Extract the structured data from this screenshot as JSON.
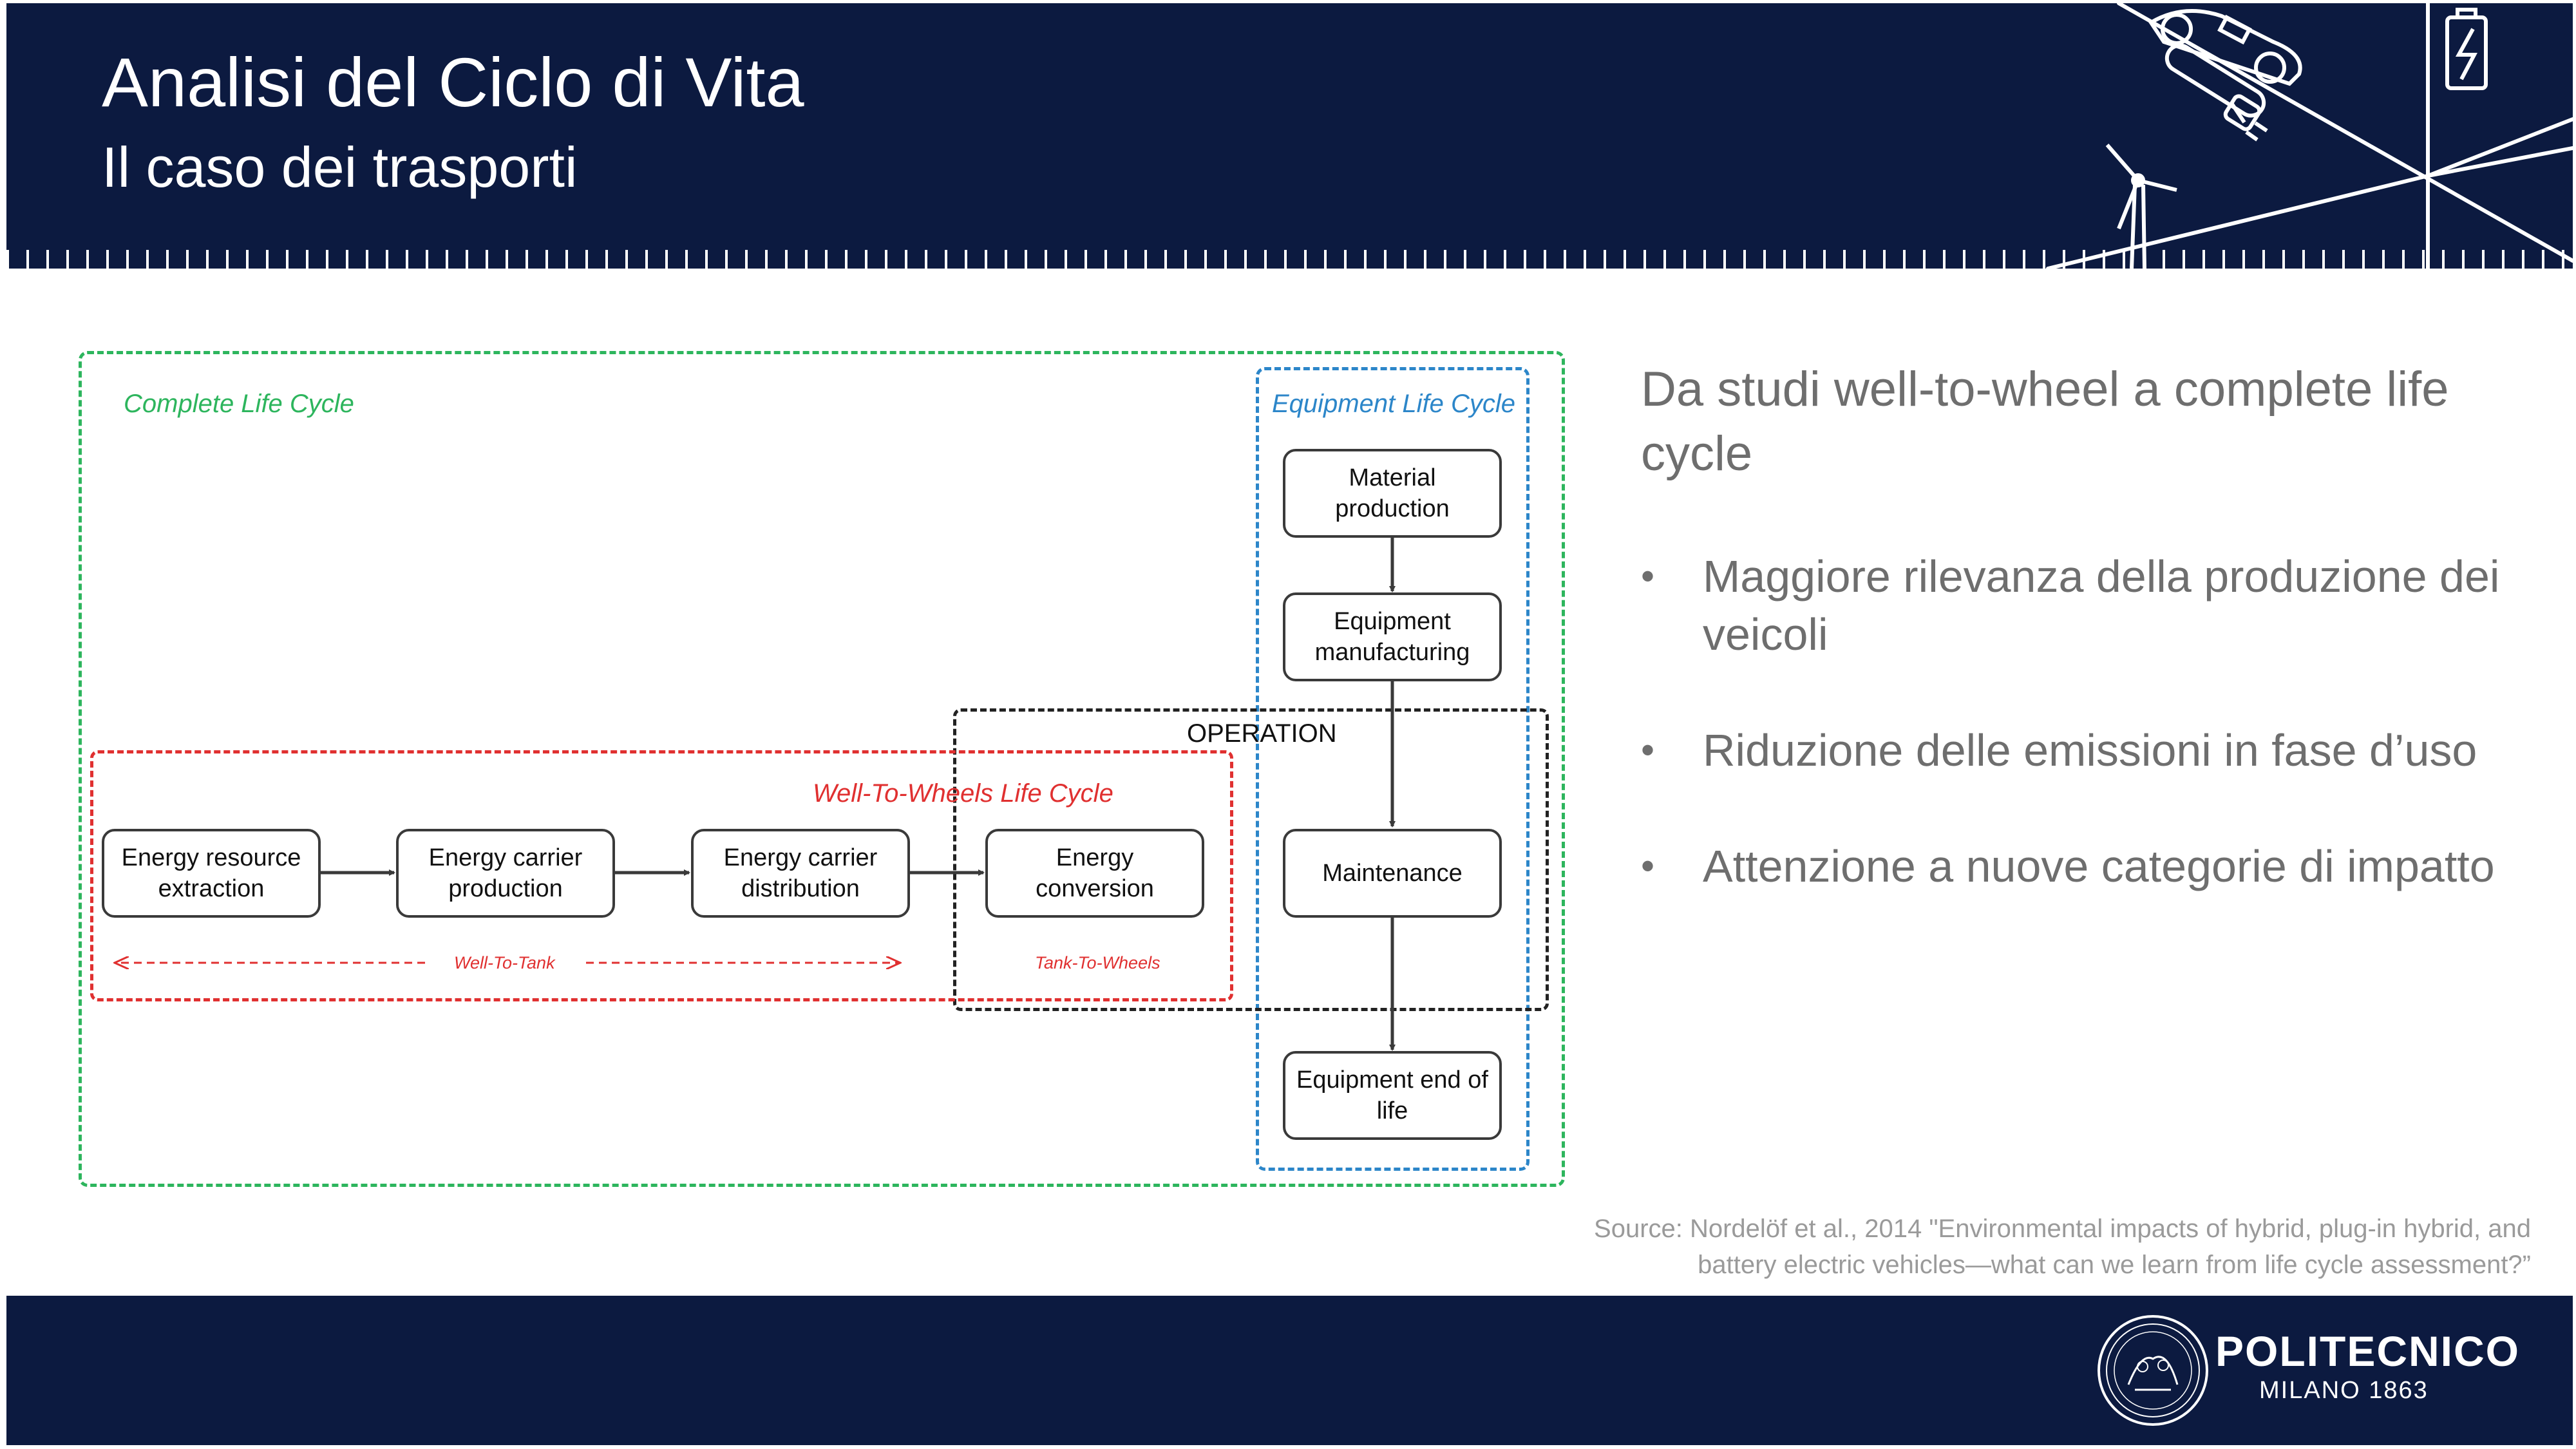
{
  "header": {
    "title": "Analisi del Ciclo di Vita",
    "subtitle": "Il caso dei trasporti",
    "background_color": "#0c1a40",
    "icons": [
      "electric-car-icon",
      "plug-icon",
      "wind-turbine-icon",
      "battery-charge-icon"
    ]
  },
  "diagram": {
    "frames": {
      "complete": "Complete Life Cycle",
      "equipment": "Equipment Life Cycle",
      "operation": "OPERATION",
      "wtw": "Well-To-Wheels Life Cycle"
    },
    "nodes": {
      "energy_resource_extraction": "Energy resource extraction",
      "energy_carrier_production": "Energy carrier production",
      "energy_carrier_distribution": "Energy carrier distribution",
      "energy_conversion": "Energy conversion",
      "material_production": "Material production",
      "equipment_manufacturing": "Equipment manufacturing",
      "maintenance": "Maintenance",
      "equipment_end_of_life": "Equipment end of life"
    },
    "ranges": {
      "well_to_tank": "Well-To-Tank",
      "tank_to_wheels": "Tank-To-Wheels"
    },
    "colors": {
      "complete": "#2db55d",
      "equipment": "#2c86c9",
      "operation": "#222222",
      "wtw": "#e03030"
    }
  },
  "content": {
    "intro": "Da studi well-to-wheel a complete life cycle",
    "bullets": [
      "Maggiore rilevanza della produzione dei veicoli",
      "Riduzione delle emissioni in fase d’uso",
      "Attenzione a nuove categorie di impatto"
    ],
    "bullet_symbol": "•"
  },
  "source": {
    "line1": "Source: Nordelöf et al., 2014 \"Environmental impacts of hybrid, plug-in hybrid, and",
    "line2": "battery electric vehicles—what can we learn from life cycle assessment?”"
  },
  "footer": {
    "logo_main": "POLITECNICO",
    "logo_sub": "MILANO 1863",
    "background_color": "#0c1a40"
  }
}
